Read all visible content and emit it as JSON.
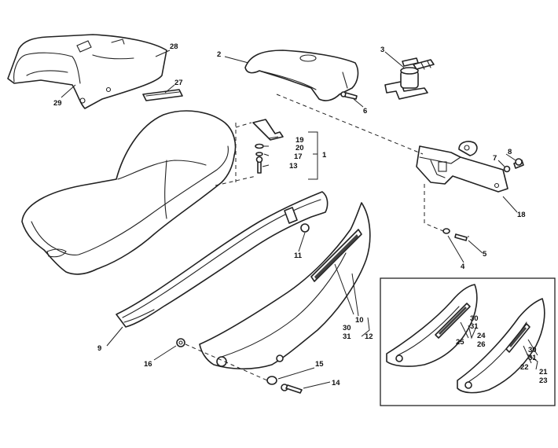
{
  "callouts": [
    {
      "id": "1",
      "text": "1"
    },
    {
      "id": "2",
      "text": "2"
    },
    {
      "id": "3",
      "text": "3"
    },
    {
      "id": "4",
      "text": "4"
    },
    {
      "id": "5",
      "text": "5"
    },
    {
      "id": "6",
      "text": "6"
    },
    {
      "id": "7",
      "text": "7"
    },
    {
      "id": "8",
      "text": "8"
    },
    {
      "id": "9",
      "text": "9"
    },
    {
      "id": "10",
      "text": "10"
    },
    {
      "id": "11",
      "text": "11"
    },
    {
      "id": "12",
      "text": "12"
    },
    {
      "id": "13",
      "text": "13"
    },
    {
      "id": "14",
      "text": "14"
    },
    {
      "id": "15",
      "text": "15"
    },
    {
      "id": "16",
      "text": "16"
    },
    {
      "id": "17",
      "text": "17"
    },
    {
      "id": "18",
      "text": "18"
    },
    {
      "id": "19",
      "text": "19"
    },
    {
      "id": "20",
      "text": "20"
    },
    {
      "id": "21",
      "text": "21"
    },
    {
      "id": "22",
      "text": "22"
    },
    {
      "id": "23",
      "text": "23"
    },
    {
      "id": "24",
      "text": "24"
    },
    {
      "id": "25",
      "text": "25"
    },
    {
      "id": "26",
      "text": "26"
    },
    {
      "id": "27",
      "text": "27"
    },
    {
      "id": "28",
      "text": "28"
    },
    {
      "id": "29",
      "text": "29"
    },
    {
      "id": "30a",
      "text": "30"
    },
    {
      "id": "31a",
      "text": "31"
    },
    {
      "id": "30b",
      "text": "30"
    },
    {
      "id": "31b",
      "text": "31"
    },
    {
      "id": "30c",
      "text": "30"
    },
    {
      "id": "31c",
      "text": "31"
    }
  ]
}
